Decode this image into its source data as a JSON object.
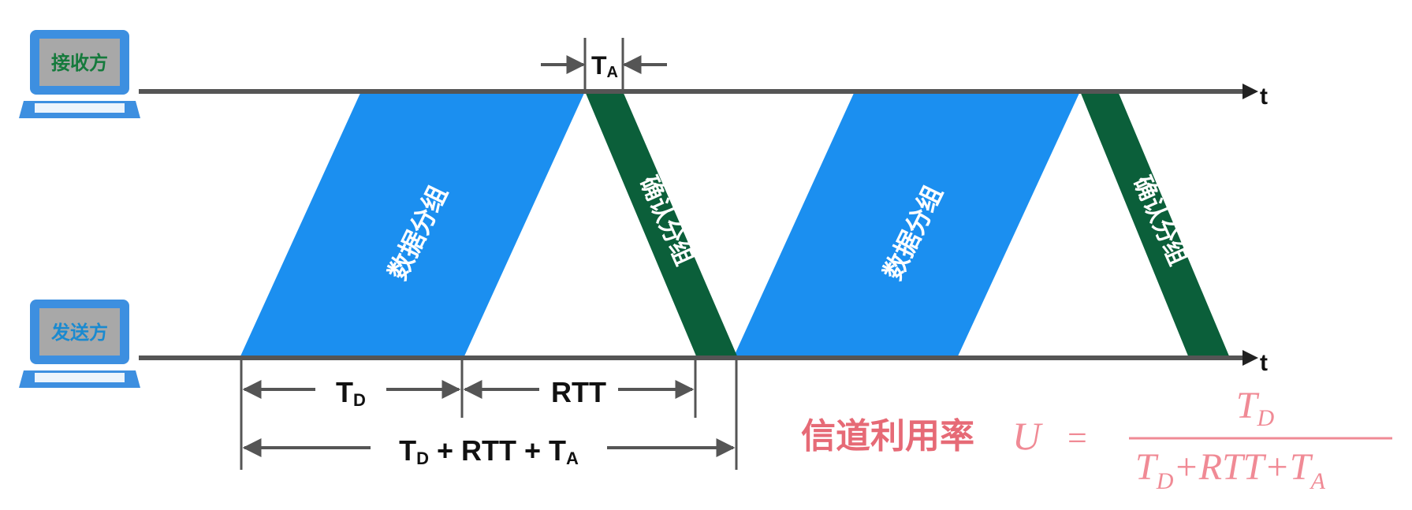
{
  "receiver": {
    "label": "接收方",
    "axis_label": "t"
  },
  "sender": {
    "label": "发送方",
    "axis_label": "t"
  },
  "packets": {
    "data_label": "数据分组",
    "ack_label": "确认分组"
  },
  "intervals": {
    "ta_main": "T",
    "ta_sub": "A",
    "td_main": "T",
    "td_sub": "D",
    "rtt": "RTT",
    "total_td_main": "T",
    "total_td_sub": "D",
    "total_mid": "+ RTT +",
    "total_ta_main": "T",
    "total_ta_sub": "A"
  },
  "formula": {
    "title": "信道利用率",
    "lhs": "U",
    "equals": "=",
    "numerator_main": "T",
    "numerator_sub": "D",
    "denominator_t1": "T",
    "denominator_sub1": "D",
    "denominator_mid": "+RTT+",
    "denominator_t2": "T",
    "denominator_sub2": "A"
  },
  "colors": {
    "data_packet": "#1b8ff0",
    "ack_packet": "#0b5f3a",
    "axis": "#555555",
    "laptop": "#3d8fe0",
    "laptop_screen": "#a8a8a8",
    "receiver_text": "#157a3c",
    "sender_text": "#1a8ad0",
    "formula_title": "#e66a76",
    "formula_math": "#f08a95"
  }
}
